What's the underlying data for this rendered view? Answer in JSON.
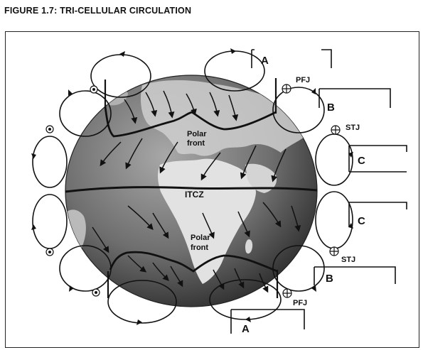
{
  "figure_title": "FIGURE 1.7: TRI-CELLULAR CIRCULATION",
  "labels": {
    "polar_front_north": [
      "Polar",
      "front"
    ],
    "polar_front_south": [
      "Polar",
      "front"
    ],
    "itcz": "ITCZ",
    "pfj_north": "PFJ",
    "pfj_south": "PFJ",
    "stj_north": "STJ",
    "stj_south": "STJ"
  },
  "answer_boxes": [
    {
      "id": "A",
      "label": "A"
    },
    {
      "id": "B",
      "label": "B"
    },
    {
      "id": "C",
      "label": "C"
    },
    {
      "id": "C2",
      "label": "C"
    },
    {
      "id": "B2",
      "label": "B"
    },
    {
      "id": "A2",
      "label": "A"
    }
  ],
  "colors": {
    "ink": "#111111",
    "ocean_dark": "#3a3a3a",
    "ocean_light": "#9a9a9a",
    "land": "#dedede"
  }
}
